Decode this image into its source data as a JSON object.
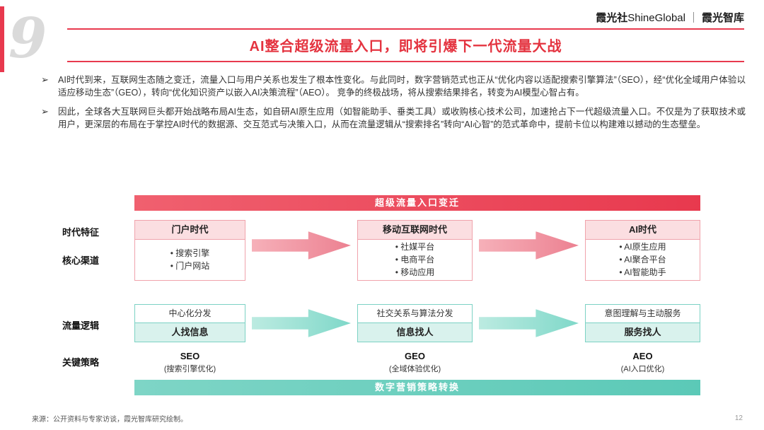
{
  "colors": {
    "primary_red": "#E8394E",
    "title_red": "#E4333F",
    "pink_box_bg": "#FBDEE1",
    "pink_border": "#F0A3AC",
    "pink_arrow": "#EC8191",
    "teal_banner": "#5BC9B7",
    "teal_light_bg": "#D9F2ED",
    "teal_border": "#7CD2C4",
    "teal_arrow": "#7FD8C9"
  },
  "header": {
    "section_number": "9",
    "brand_cn": "霞光社",
    "brand_en": "ShineGlobal",
    "brand_sep": "｜",
    "brand_cn2": "霞光智库",
    "title": "AI整合超级流量入口，即将引爆下一代流量大战"
  },
  "bullets": [
    {
      "marker": "➢",
      "text": "AI时代到来，互联网生态随之变迁，流量入口与用户关系也发生了根本性变化。与此同时，数字营销范式也正从“优化内容以适配搜索引擎算法”（SEO），经“优化全域用户体验以适应移动生态”（GEO），转向“优化知识资产以嵌入AI决策流程”（AEO）。 竞争的终极战场，将从搜索结果排名，转变为AI模型心智占有。"
    },
    {
      "marker": "➢",
      "text": "因此，全球各大互联网巨头都开始战略布局AI生态，如自研AI原生应用（如智能助手、垂类工具）或收购核心技术公司，加速抢占下一代超级流量入口。不仅是为了获取技术或用户，更深层的布局在于掌控AI时代的数据源、交互范式与决策入口，从而在流量逻辑从“搜索排名”转向“AI心智”的范式革命中，提前卡位以构建难以撼动的生态壁垒。"
    }
  ],
  "diagram": {
    "top_banner": "超级流量入口变迁",
    "bottom_banner": "数字营销策略转换",
    "row_labels": [
      "时代特征",
      "核心渠道",
      "流量逻辑",
      "关键策略"
    ],
    "eras": [
      {
        "name": "门户时代",
        "channels": [
          "搜索引擎",
          "门户网站"
        ],
        "logic_top": "中心化分发",
        "logic_bottom": "人找信息",
        "strategy": "SEO",
        "strategy_sub": "(搜索引擎优化)"
      },
      {
        "name": "移动互联网时代",
        "channels": [
          "社媒平台",
          "电商平台",
          "移动应用"
        ],
        "logic_top": "社交关系与算法分发",
        "logic_bottom": "信息找人",
        "strategy": "GEO",
        "strategy_sub": "(全域体验优化)"
      },
      {
        "name": "AI时代",
        "channels": [
          "AI原生应用",
          "AI聚合平台",
          "AI智能助手"
        ],
        "logic_top": "意图理解与主动服务",
        "logic_bottom": "服务找人",
        "strategy": "AEO",
        "strategy_sub": "(AI入口优化)"
      }
    ]
  },
  "footer": {
    "source": "来源：公开资料与专家访谈，霞光智库研究绘制。",
    "page_number": "12"
  }
}
